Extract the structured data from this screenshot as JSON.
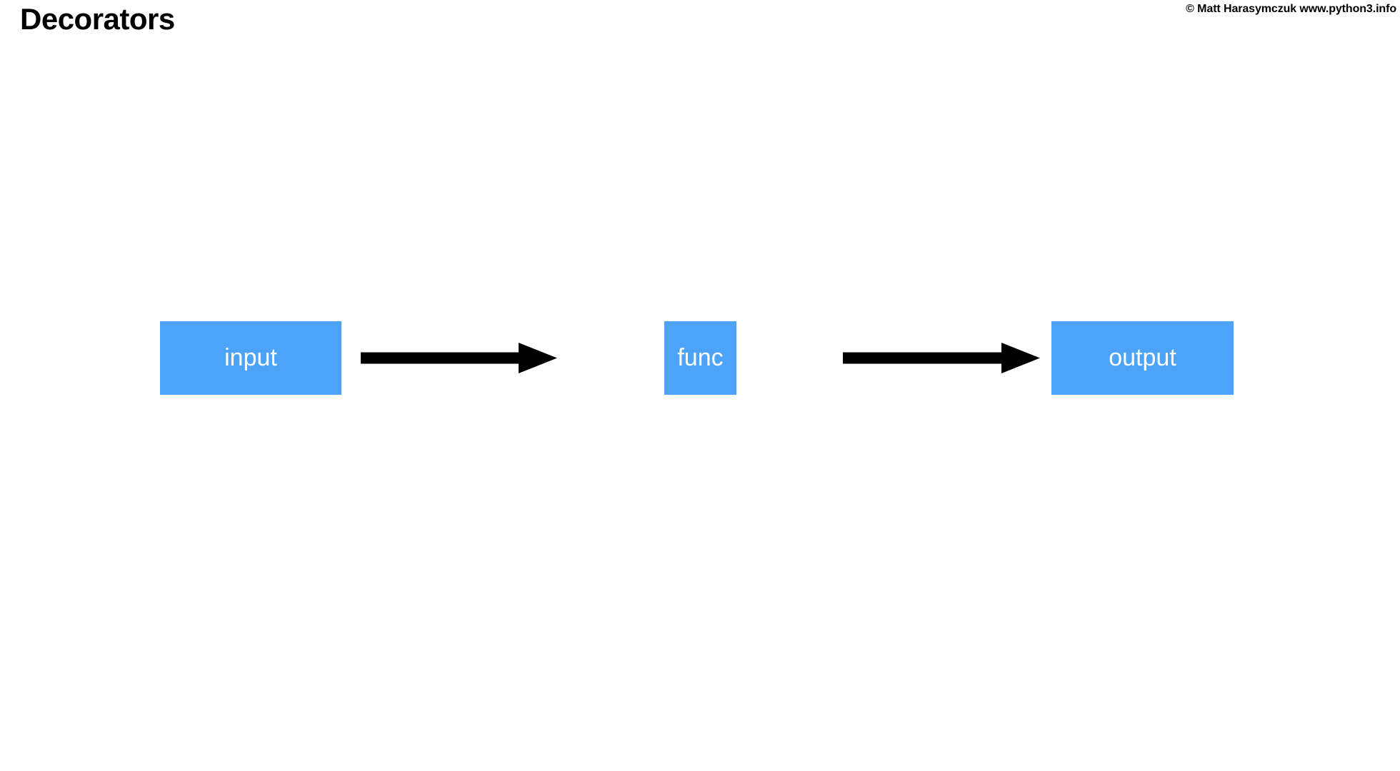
{
  "slide": {
    "title": "Decorators",
    "credit": "© Matt Harasymczuk www.python3.info",
    "background_color": "#ffffff",
    "title_color": "#000000"
  },
  "theme": {
    "node_fill": "#4da3f7",
    "node_text_color": "#ffffff",
    "arrow_color": "#000000"
  },
  "diagram": {
    "type": "flow",
    "nodes": [
      {
        "id": "input",
        "label": "input",
        "shape": "rectangle",
        "fill": "#4da3f7",
        "text_color": "#ffffff"
      },
      {
        "id": "func",
        "label": "func",
        "shape": "rectangle",
        "fill": "#4da3f7",
        "text_color": "#ffffff"
      },
      {
        "id": "output",
        "label": "output",
        "shape": "rectangle",
        "fill": "#4da3f7",
        "text_color": "#ffffff"
      }
    ],
    "edges": [
      {
        "id": "edge-input-func",
        "from": "input",
        "to": "func",
        "style": "solid-arrow",
        "color": "#000000",
        "label": ""
      },
      {
        "id": "edge-func-output",
        "from": "func",
        "to": "output",
        "style": "solid-arrow",
        "color": "#000000",
        "label": ""
      }
    ]
  }
}
